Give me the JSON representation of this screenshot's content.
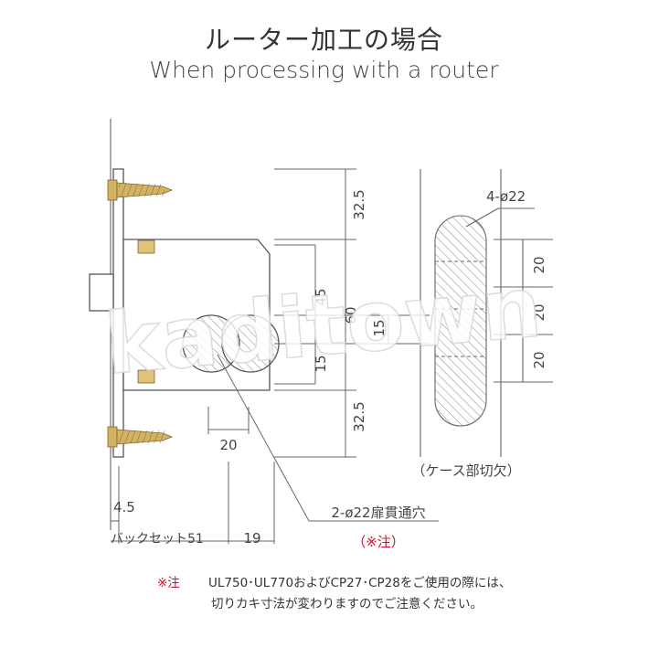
{
  "title": {
    "jp": "ルーター加工の場合",
    "en": "When processing with a router"
  },
  "dimensions": {
    "top_32_5": "32.5",
    "d45": "45",
    "d60": "60",
    "d15_left": "15",
    "d15_right": "15",
    "bottom_32_5": "32.5",
    "d20_hole": "20",
    "d4_5": "4.5",
    "backset_label": "バックセット51",
    "d19": "19",
    "case_holes": "4-ø22",
    "case_20_a": "20",
    "case_20_b": "20",
    "case_20_c": "20"
  },
  "labels": {
    "case_cutout": "（ケース部切欠）",
    "through_hole": "2-ø22扉貫通穴",
    "note_ref": "（※注）"
  },
  "notes": {
    "mark": "※注",
    "line1": "UL750･UL770およびCP27･CP28をご使用の際には、",
    "line2": "切りカキ寸法が変わりますのでご注意ください。"
  },
  "watermark": "kaditown",
  "colors": {
    "line": "#555555",
    "accent_red": "#c8102e",
    "screw_gold": "#d4b264",
    "hatch": "#888888"
  }
}
